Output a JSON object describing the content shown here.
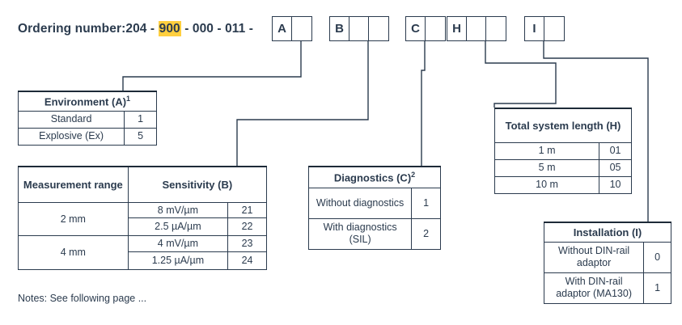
{
  "ordering": {
    "label": "Ordering number:",
    "prefix": "204 - ",
    "highlight": "900",
    "suffix": " - 000 - 011 -",
    "highlight_color": "#ffcf3f",
    "groups": [
      {
        "name": "A",
        "cells": [
          "A",
          ""
        ]
      },
      {
        "name": "B",
        "cells": [
          "B",
          "",
          ""
        ]
      },
      {
        "name": "C",
        "cells": [
          "C",
          ""
        ]
      },
      {
        "name": "H",
        "cells": [
          "H",
          "",
          ""
        ]
      },
      {
        "name": "I",
        "cells": [
          "I",
          ""
        ]
      }
    ]
  },
  "tables": {
    "environment": {
      "title": "Environment (A)",
      "title_sup": "1",
      "rows": [
        {
          "label": "Standard",
          "code": "1"
        },
        {
          "label": "Explosive (Ex)",
          "code": "5"
        }
      ]
    },
    "sensitivity": {
      "header_left": "Measurement range",
      "header_right": "Sensitivity (B)",
      "groups": [
        {
          "range": "2 mm",
          "rows": [
            {
              "value": "8 mV/µm",
              "code": "21"
            },
            {
              "value": "2.5 µA/µm",
              "code": "22"
            }
          ]
        },
        {
          "range": "4 mm",
          "rows": [
            {
              "value": "4 mV/µm",
              "code": "23"
            },
            {
              "value": "1.25 µA/µm",
              "code": "24"
            }
          ]
        }
      ]
    },
    "diagnostics": {
      "title": "Diagnostics (C)",
      "title_sup": "2",
      "rows": [
        {
          "label": "Without diagnostics",
          "code": "1"
        },
        {
          "label": "With diagnostics (SIL)",
          "code": "2"
        }
      ]
    },
    "total_system_length": {
      "title": "Total system length (H)",
      "rows": [
        {
          "label": "1 m",
          "code": "01"
        },
        {
          "label": "5 m",
          "code": "05"
        },
        {
          "label": "10 m",
          "code": "10"
        }
      ]
    },
    "installation": {
      "title": "Installation (I)",
      "rows": [
        {
          "label": "Without DIN-rail adaptor",
          "code": "0"
        },
        {
          "label": "With DIN-rail adaptor (MA130)",
          "code": "1"
        }
      ]
    }
  },
  "notes": "Notes: See following page ...",
  "colors": {
    "ink": "#2b3b4e",
    "highlight": "#ffcf3f",
    "background": "#ffffff"
  }
}
